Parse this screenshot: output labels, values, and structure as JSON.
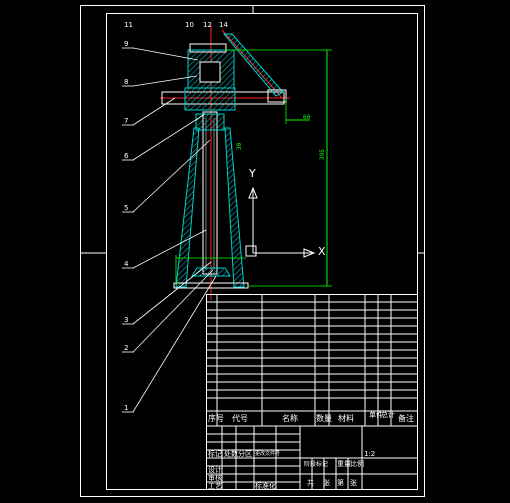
{
  "drawing": {
    "part_labels": [
      "11",
      "9",
      "8",
      "7",
      "6",
      "5",
      "4",
      "3",
      "2",
      "1"
    ],
    "top_labels": [
      "10",
      "12",
      "14"
    ],
    "dimensions": {
      "overall_height": "395",
      "right_offset": "60",
      "side_dim": "30"
    },
    "axis_labels": {
      "y": "Y",
      "x": "X"
    }
  },
  "title_block": {
    "parts_header": [
      "序号",
      "代号",
      "名称",
      "数量",
      "材料",
      "单件",
      "总计",
      "备注"
    ],
    "bottom_labels": [
      "标记",
      "处数",
      "分区",
      "更改文件号",
      "签名",
      "年月日"
    ],
    "bottom_labels_2": [
      "设计",
      "标准化",
      "审核",
      "工艺",
      "批准"
    ],
    "stage_labels": [
      "阶段标记",
      "重量",
      "比例"
    ],
    "scale_value": "1:2",
    "sheet_labels": [
      "共",
      "张",
      "第",
      "张"
    ]
  },
  "colors": {
    "background": "#000000",
    "frame": "#ffffff",
    "hatch": "#00cfcf",
    "dimension": "#00ff00",
    "centerline": "#ff2020",
    "text": "#ffffff"
  }
}
